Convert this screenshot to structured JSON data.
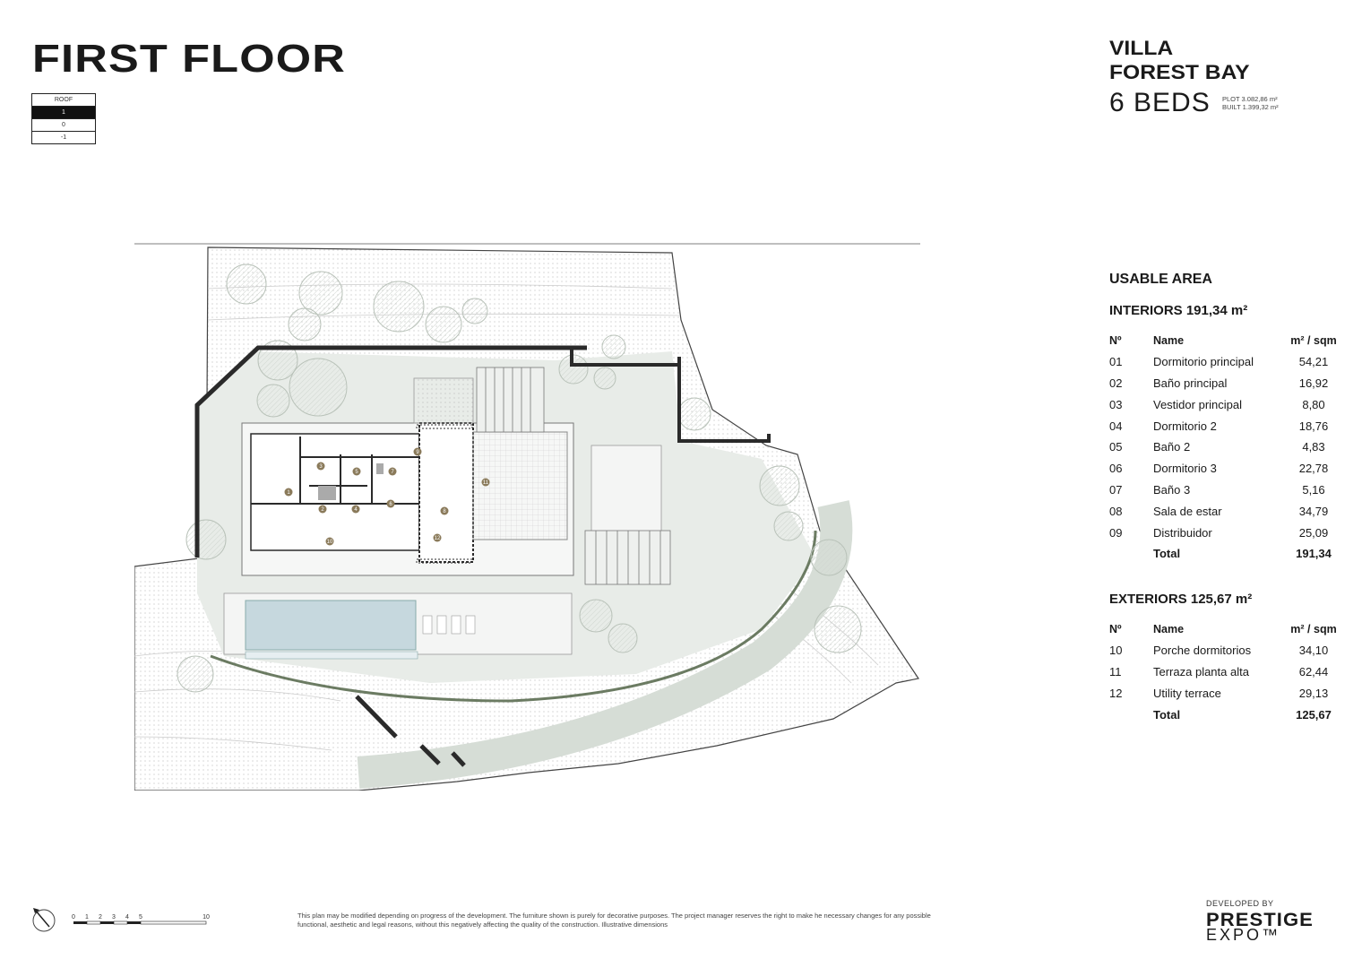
{
  "header": {
    "title": "FIRST FLOOR",
    "floors": [
      "ROOF",
      "1",
      "0",
      "-1"
    ],
    "active_floor": "1"
  },
  "villa": {
    "name_line1": "VILLA",
    "name_line2": "FOREST BAY",
    "beds": "6 BEDS",
    "plot": "PLOT 3.082,86 m²",
    "built": "BUILT 1.399,32 m²"
  },
  "usable_area": {
    "title": "USABLE AREA",
    "interiors": {
      "title": "INTERIORS 191,34 m²",
      "col_no": "Nº",
      "col_name": "Name",
      "col_area": "m² / sqm",
      "rows": [
        {
          "no": "01",
          "name": "Dormitorio principal",
          "area": "54,21"
        },
        {
          "no": "02",
          "name": "Baño principal",
          "area": "16,92"
        },
        {
          "no": "03",
          "name": "Vestidor principal",
          "area": "8,80"
        },
        {
          "no": "04",
          "name": "Dormitorio 2",
          "area": "18,76"
        },
        {
          "no": "05",
          "name": "Baño 2",
          "area": "4,83"
        },
        {
          "no": "06",
          "name": "Dormitorio 3",
          "area": "22,78"
        },
        {
          "no": "07",
          "name": "Baño 3",
          "area": "5,16"
        },
        {
          "no": "08",
          "name": "Sala de estar",
          "area": "34,79"
        },
        {
          "no": "09",
          "name": "Distribuidor",
          "area": "25,09"
        }
      ],
      "total_label": "Total",
      "total": "191,34"
    },
    "exteriors": {
      "title": "EXTERIORS 125,67 m²",
      "col_no": "Nº",
      "col_name": "Name",
      "col_area": "m² / sqm",
      "rows": [
        {
          "no": "10",
          "name": "Porche dormitorios",
          "area": "34,10"
        },
        {
          "no": "11",
          "name": "Terraza planta alta",
          "area": "62,44"
        },
        {
          "no": "12",
          "name": "Utility terrace",
          "area": "29,13"
        }
      ],
      "total_label": "Total",
      "total": "125,67"
    }
  },
  "plan_labels": [
    "1",
    "2",
    "3",
    "4",
    "5",
    "6",
    "7",
    "8",
    "9",
    "10",
    "11",
    "12"
  ],
  "scale": {
    "ticks": [
      "0",
      "1",
      "2",
      "3",
      "4",
      "5",
      "10"
    ]
  },
  "icons": {
    "north": "compass-north-icon"
  },
  "footer": {
    "disclaimer": "This plan may be modified depending on progress of the development. The furniture shown is purely for decorative purposes. The project manager reserves the right to make he necessary changes for any possible functional, aesthetic and legal reasons, without this negatively affecting the quality of the construction. Illustrative dimensions",
    "developed_by": "DEVELOPED BY",
    "brand_line1": "PRESTIGE",
    "brand_line2": "EXPO™"
  },
  "colors": {
    "ink": "#1a1a1a",
    "vegetation": "#dfe5df",
    "pool": "#c6d8de",
    "wall": "#2a2a2a"
  }
}
